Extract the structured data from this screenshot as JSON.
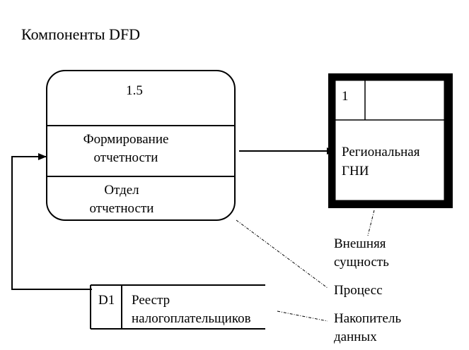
{
  "title": "Компоненты DFD",
  "process": {
    "number": "1.5",
    "name_line1": "Формирование",
    "name_line2": "отчетности",
    "owner_line1": "Отдел",
    "owner_line2": "отчетности"
  },
  "external_entity": {
    "number": "1",
    "name_line1": "Региональная",
    "name_line2": "ГНИ"
  },
  "data_store": {
    "id": "D1",
    "name_line1": "Реестр",
    "name_line2": "налогоплательщиков"
  },
  "legend": {
    "external_entity_line1": "Внешняя",
    "external_entity_line2": "сущность",
    "process": "Процесс",
    "data_store_line1": "Накопитель",
    "data_store_line2": "данных"
  }
}
